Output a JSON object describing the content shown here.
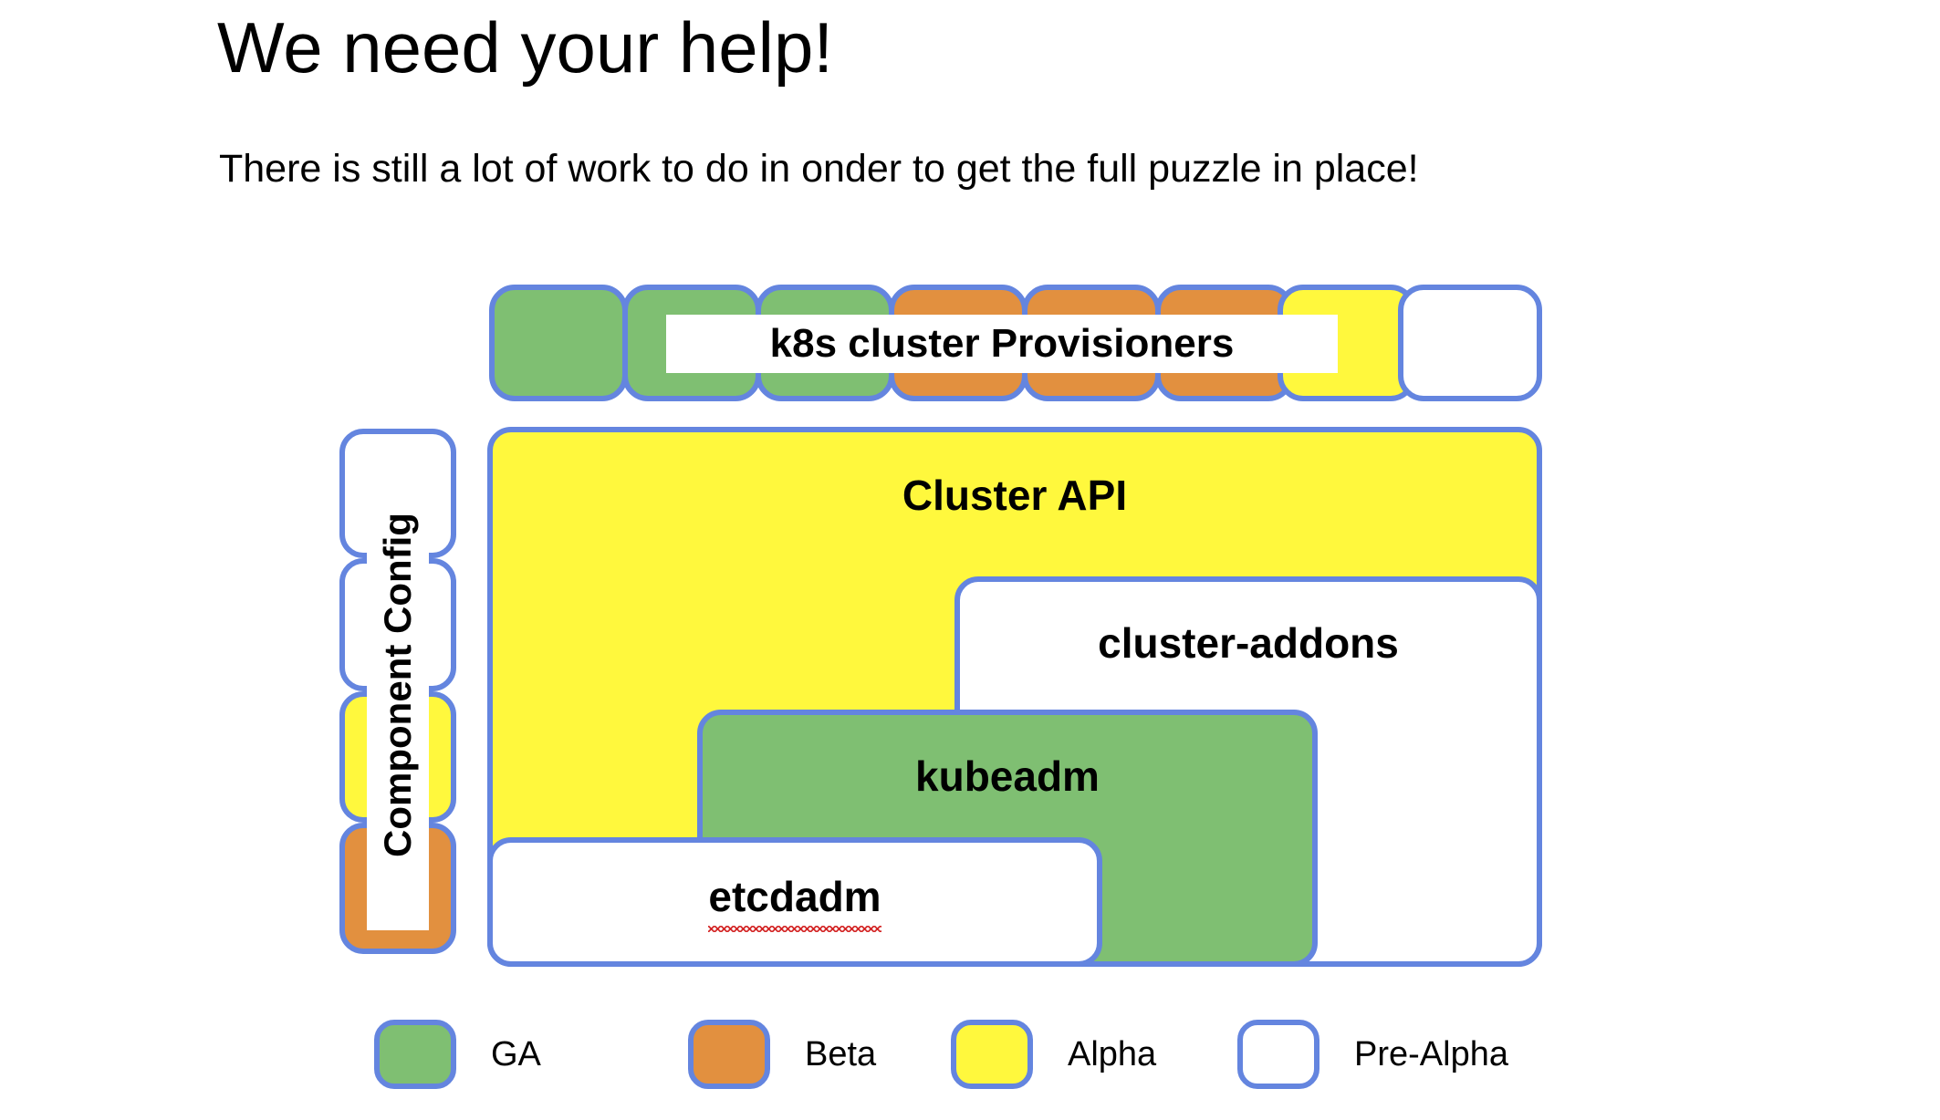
{
  "slide": {
    "title": "We need your help!",
    "subtitle": "There is still a lot of work to do in onder to get the full puzzle in place!"
  },
  "colors": {
    "border_blue": "#6485DF",
    "ga_green": "#7FBF72",
    "beta_orange": "#E2903F",
    "alpha_yellow": "#FFF83D",
    "prealpha_white": "#FFFFFF",
    "spellcheck_red": "#D42A2A"
  },
  "provisioners": {
    "banner_label": "k8s cluster Provisioners",
    "boxes": [
      {
        "status": "GA",
        "fill": "ga"
      },
      {
        "status": "GA",
        "fill": "ga"
      },
      {
        "status": "GA",
        "fill": "ga"
      },
      {
        "status": "Beta",
        "fill": "beta"
      },
      {
        "status": "Beta",
        "fill": "beta"
      },
      {
        "status": "Beta",
        "fill": "beta"
      },
      {
        "status": "Alpha",
        "fill": "alpha"
      },
      {
        "status": "Pre-Alpha",
        "fill": "prealpha"
      }
    ]
  },
  "component_config": {
    "label": "Component Config",
    "boxes": [
      {
        "status": "Pre-Alpha",
        "fill": "prealpha"
      },
      {
        "status": "Pre-Alpha",
        "fill": "prealpha"
      },
      {
        "status": "Alpha",
        "fill": "alpha"
      },
      {
        "status": "Beta",
        "fill": "beta"
      }
    ]
  },
  "stack": {
    "cluster_api": {
      "label": "Cluster API",
      "status": "Alpha"
    },
    "cluster_addons": {
      "label": "cluster-addons",
      "status": "Pre-Alpha"
    },
    "kubeadm": {
      "label": "kubeadm",
      "status": "GA"
    },
    "etcdadm": {
      "label": "etcdadm",
      "status": "Pre-Alpha",
      "spellcheck_underline": true
    }
  },
  "legend": {
    "items": [
      {
        "label": "GA",
        "fill": "ga"
      },
      {
        "label": "Beta",
        "fill": "beta"
      },
      {
        "label": "Alpha",
        "fill": "alpha"
      },
      {
        "label": "Pre-Alpha",
        "fill": "prealpha"
      }
    ]
  }
}
